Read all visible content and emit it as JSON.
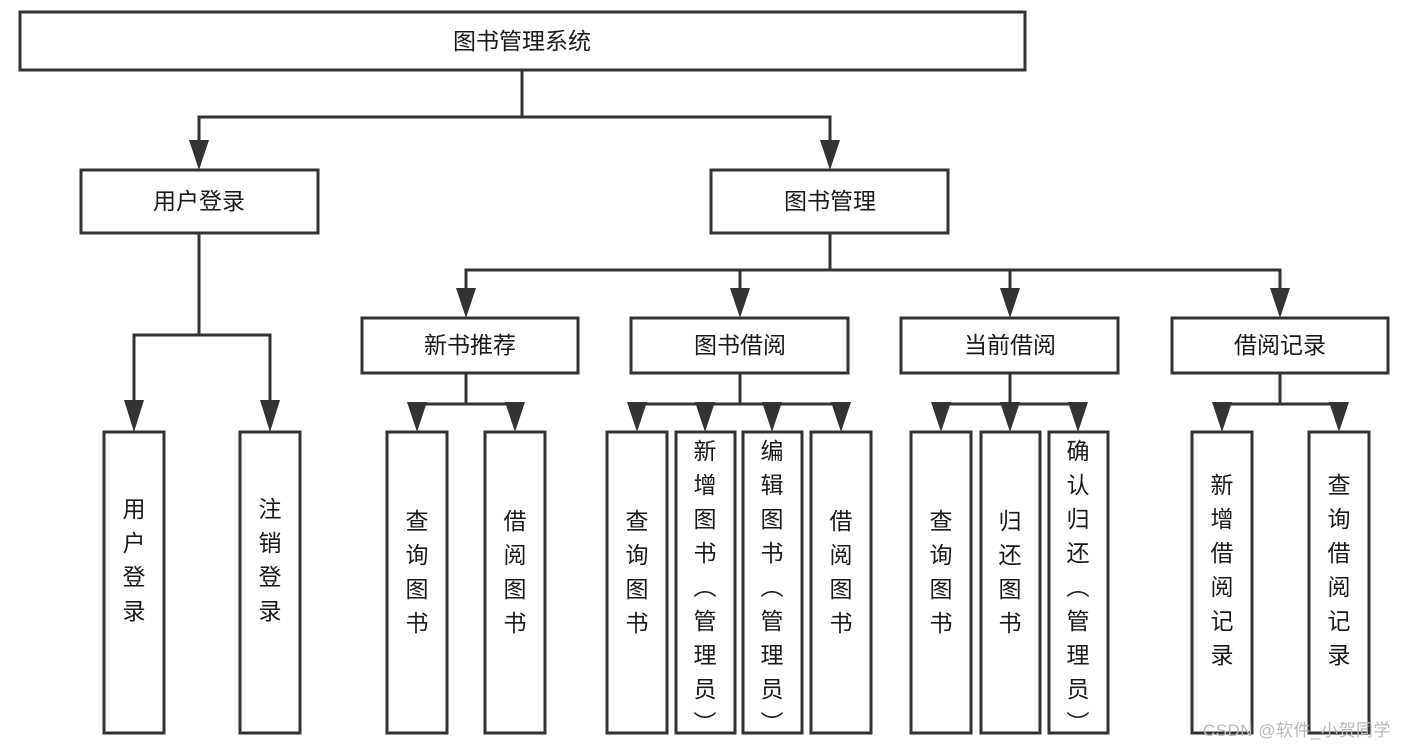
{
  "diagram": {
    "type": "tree",
    "title": "图书管理系统",
    "orientation": "top-down",
    "colors": {
      "box_stroke": "#333333",
      "box_fill": "#ffffff",
      "connector": "#333333",
      "text": "#1a1a1a",
      "background": "#ffffff",
      "watermark": "#b9b9b9"
    },
    "root": {
      "id": "root",
      "label": "图书管理系统",
      "orientation": "horizontal"
    },
    "level2": [
      {
        "id": "user-login",
        "label": "用户登录",
        "orientation": "horizontal"
      },
      {
        "id": "book-manage",
        "label": "图书管理",
        "orientation": "horizontal"
      }
    ],
    "level3": [
      {
        "id": "new-book-recommend",
        "label": "新书推荐",
        "parent": "book-manage",
        "orientation": "horizontal"
      },
      {
        "id": "book-borrow",
        "label": "图书借阅",
        "parent": "book-manage",
        "orientation": "horizontal"
      },
      {
        "id": "current-borrow",
        "label": "当前借阅",
        "parent": "book-manage",
        "orientation": "horizontal"
      },
      {
        "id": "borrow-record",
        "label": "借阅记录",
        "parent": "book-manage",
        "orientation": "horizontal"
      }
    ],
    "leaves": [
      {
        "id": "leaf-user-login",
        "label": "用户登录",
        "parent": "user-login",
        "orientation": "vertical"
      },
      {
        "id": "leaf-logout",
        "label": "注销登录",
        "parent": "user-login",
        "orientation": "vertical"
      },
      {
        "id": "leaf-query-book-1",
        "label": "查询图书",
        "parent": "new-book-recommend",
        "orientation": "vertical"
      },
      {
        "id": "leaf-borrow-book-1",
        "label": "借阅图书",
        "parent": "new-book-recommend",
        "orientation": "vertical"
      },
      {
        "id": "leaf-query-book-2",
        "label": "查询图书",
        "parent": "book-borrow",
        "orientation": "vertical"
      },
      {
        "id": "leaf-add-book",
        "label": "新增图书（管理员）",
        "parent": "book-borrow",
        "orientation": "vertical"
      },
      {
        "id": "leaf-edit-book",
        "label": "编辑图书（管理员）",
        "parent": "book-borrow",
        "orientation": "vertical"
      },
      {
        "id": "leaf-borrow-book-2",
        "label": "借阅图书",
        "parent": "book-borrow",
        "orientation": "vertical"
      },
      {
        "id": "leaf-query-book-3",
        "label": "查询图书",
        "parent": "current-borrow",
        "orientation": "vertical"
      },
      {
        "id": "leaf-return-book",
        "label": "归还图书",
        "parent": "current-borrow",
        "orientation": "vertical"
      },
      {
        "id": "leaf-confirm-return",
        "label": "确认归还（管理员）",
        "parent": "current-borrow",
        "orientation": "vertical"
      },
      {
        "id": "leaf-add-record",
        "label": "新增借阅记录",
        "parent": "borrow-record",
        "orientation": "vertical"
      },
      {
        "id": "leaf-query-record",
        "label": "查询借阅记录",
        "parent": "borrow-record",
        "orientation": "vertical"
      }
    ]
  },
  "watermark": {
    "text": "CSDN @软件_小贺同学"
  }
}
